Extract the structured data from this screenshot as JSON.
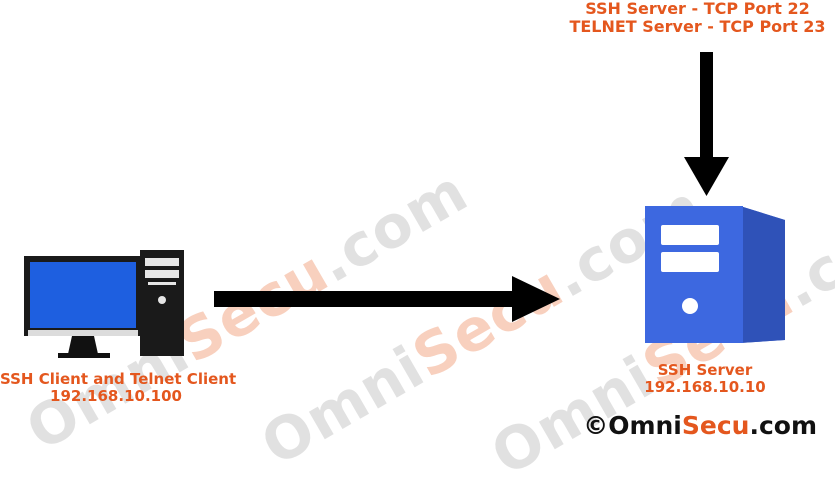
{
  "server_ports": {
    "line1": "SSH Server - TCP Port 22",
    "line2": "TELNET Server - TCP Port 23"
  },
  "client": {
    "label": "SSH Client and Telnet Client",
    "ip": "192.168.10.100"
  },
  "server": {
    "label": "SSH Server",
    "ip": "192.168.10.10"
  },
  "watermark": {
    "part1": "Omni",
    "part2": "Secu",
    "part3": ".com"
  },
  "copyright": {
    "symbol": "©",
    "part1": "Omni",
    "part2": "Secu",
    "part3": ".com"
  },
  "colors": {
    "accent": "#e4571e",
    "server_blue": "#3a63d6",
    "monitor_blue": "#1e5fe0",
    "arrow": "#000000"
  }
}
